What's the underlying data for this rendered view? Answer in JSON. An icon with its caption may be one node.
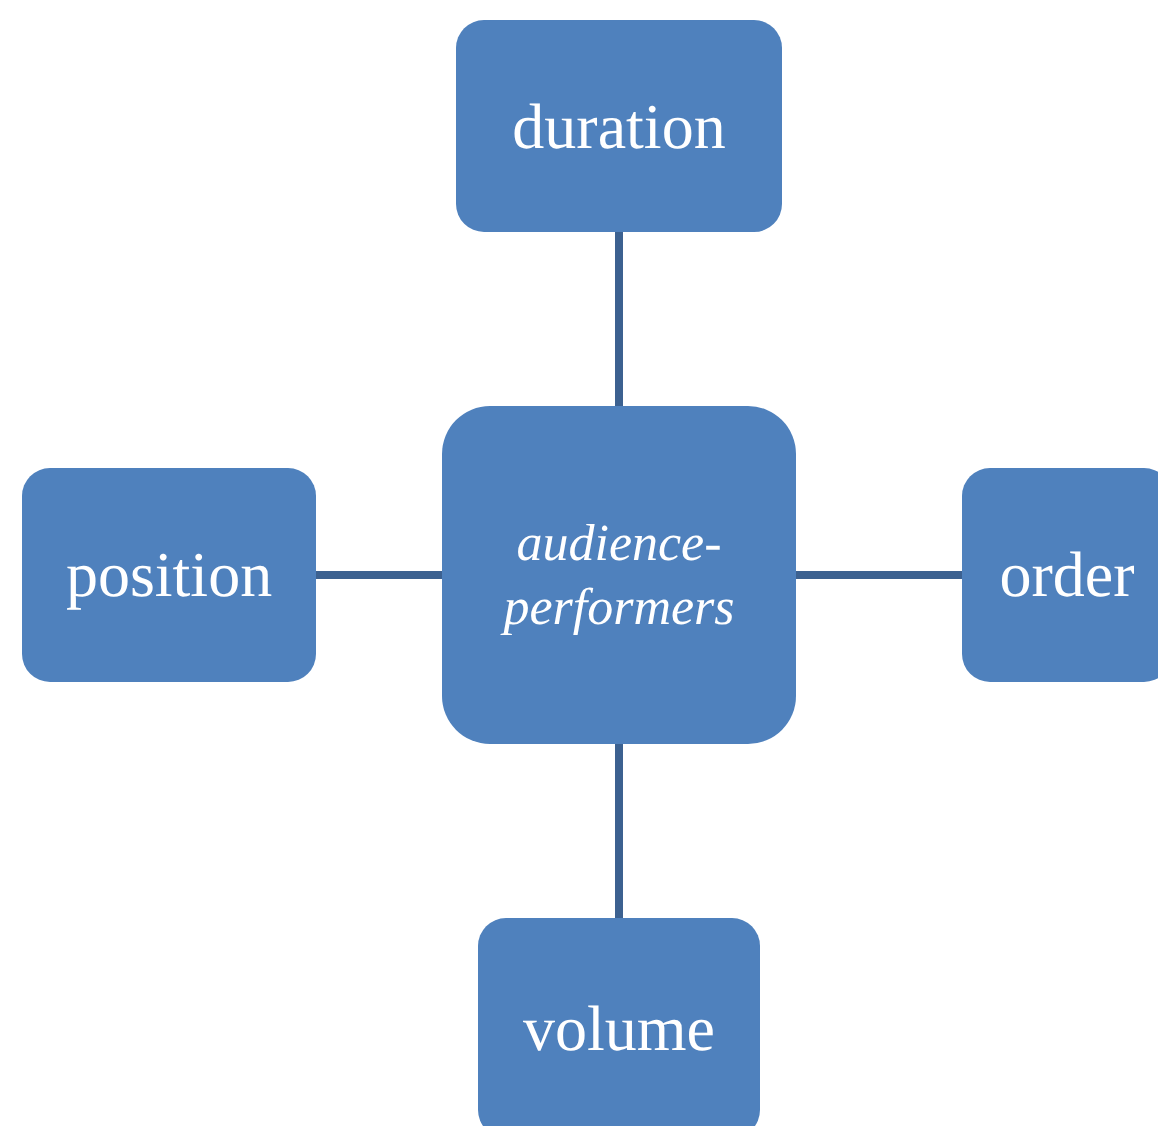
{
  "diagram": {
    "nodes": [
      {
        "text": [
          "duration"
        ]
      },
      {
        "text": [
          "position"
        ]
      },
      {
        "text": [
          "audience-performers"
        ]
      },
      {
        "text": [
          "order"
        ]
      },
      {
        "text": [
          "volume"
        ]
      }
    ],
    "edges": [
      {
        "from": 2,
        "to": 0,
        "arrow": "none"
      },
      {
        "from": 2,
        "to": 1,
        "arrow": "none"
      },
      {
        "from": 2,
        "to": 3,
        "arrow": "none"
      },
      {
        "from": 2,
        "to": 4,
        "arrow": "none"
      }
    ]
  }
}
